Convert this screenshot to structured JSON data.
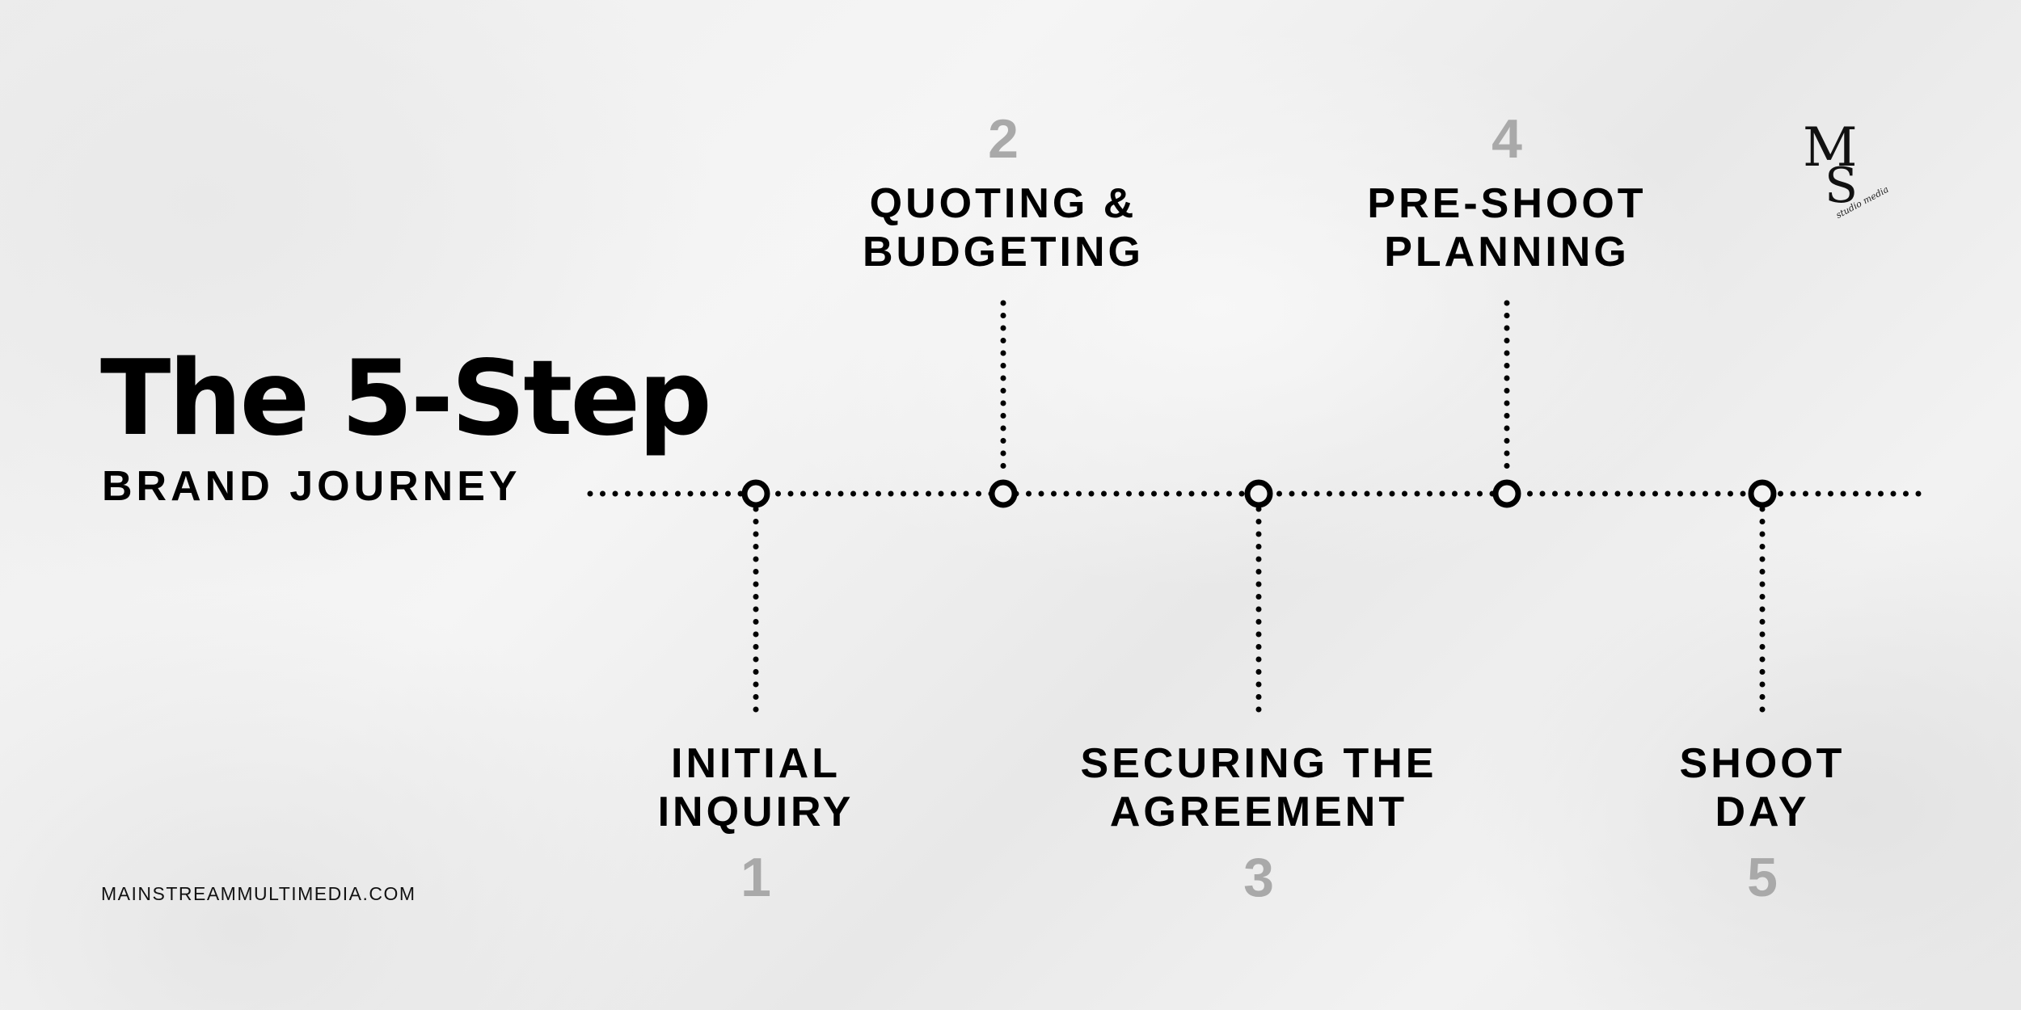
{
  "heading": {
    "title": "The 5-Step",
    "subtitle": "BRAND JOURNEY"
  },
  "footer": {
    "website": "MAINSTREAMMULTIMEDIA.COM"
  },
  "logo": {
    "letter_1": "M",
    "letter_2": "S",
    "tagline": "studio media"
  },
  "steps": [
    {
      "number": "1",
      "line_1": "INITIAL",
      "line_2": "INQUIRY"
    },
    {
      "number": "2",
      "line_1": "QUOTING &",
      "line_2": "BUDGETING"
    },
    {
      "number": "3",
      "line_1": "SECURING THE",
      "line_2": "AGREEMENT"
    },
    {
      "number": "4",
      "line_1": "PRE-SHOOT",
      "line_2": "PLANNING"
    },
    {
      "number": "5",
      "line_1": "SHOOT",
      "line_2": "DAY"
    }
  ],
  "colors": {
    "text": "#000000",
    "step_number": "#a9a9a9",
    "background": "#efefef"
  }
}
